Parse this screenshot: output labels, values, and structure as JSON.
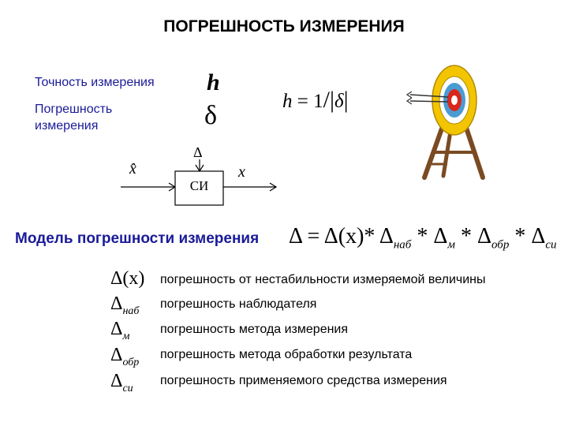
{
  "title": "ПОГРЕШНОСТЬ ИЗМЕРЕНИЯ",
  "definitions": {
    "accuracy": "Точность измерения",
    "error_line1": "Погрешность",
    "error_line2": "измерения",
    "h_symbol": "h",
    "delta_symbol": "δ",
    "formula_h": "h = 1/|δ|"
  },
  "block_diagram": {
    "input_label": "x̂",
    "output_label": "x",
    "delta_label": "Δ",
    "box_label": "СИ"
  },
  "model": {
    "label": "Модель погрешности измерения",
    "delta": "Δ",
    "equals": "=",
    "x_term": "Δ(x)",
    "star": "*",
    "sub_nab": "наб",
    "sub_m": "м",
    "sub_obr": "обр",
    "sub_si": "си"
  },
  "legend": [
    {
      "symbol": "Δ(x)",
      "sub": "",
      "text": "погрешность от нестабильности измеряемой величины"
    },
    {
      "symbol": "Δ",
      "sub": "наб",
      "text": "погрешность наблюдателя"
    },
    {
      "symbol": "Δ",
      "sub": "м",
      "text": "погрешность метода измерения"
    },
    {
      "symbol": "Δ",
      "sub": "обр",
      "text": "погрешность метода обработки результата"
    },
    {
      "symbol": "Δ",
      "sub": "си",
      "text": "погрешность применяемого средства измерения"
    }
  ],
  "colors": {
    "label_blue": "#1a1a99",
    "target_yellow": "#f2c500",
    "target_blue": "#4a9bd1",
    "target_red": "#d9261c",
    "easel_brown": "#7a4a22"
  }
}
